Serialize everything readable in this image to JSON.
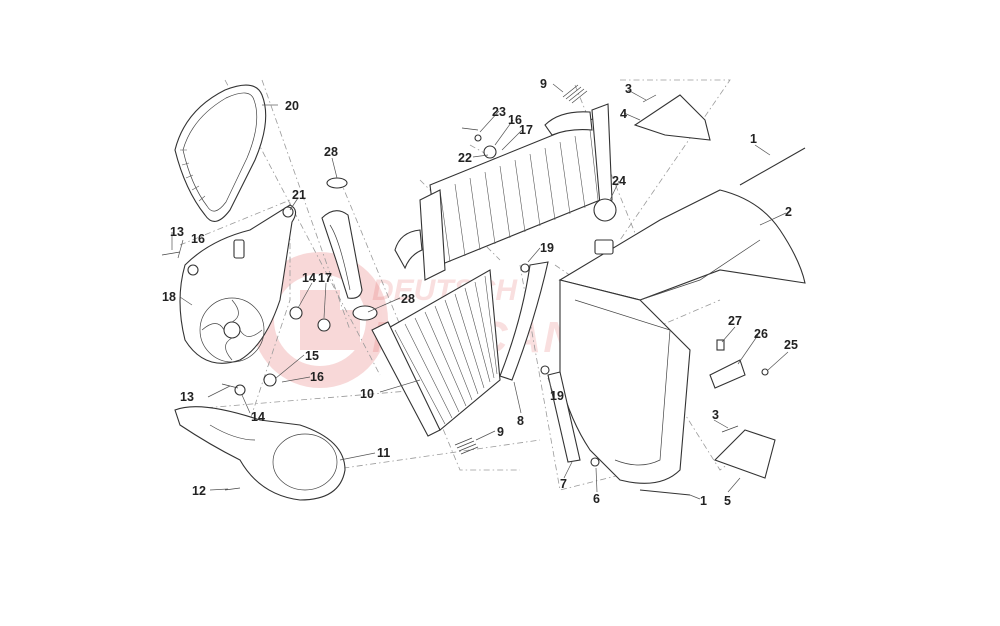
{
  "diagram": {
    "callouts": [
      "1",
      "2",
      "3",
      "4",
      "5",
      "6",
      "7",
      "8",
      "9",
      "10",
      "11",
      "12",
      "13",
      "14",
      "15",
      "16",
      "17",
      "18",
      "19",
      "20",
      "21",
      "22",
      "23",
      "24",
      "25",
      "26",
      "27",
      "28"
    ]
  },
  "watermark": {
    "line1": "DEUTSCH",
    "line2": "MECCANICA",
    "color": "#e05050"
  },
  "colors": {
    "line": "#333333",
    "dash": "#9a9a9a",
    "background": "#ffffff"
  }
}
